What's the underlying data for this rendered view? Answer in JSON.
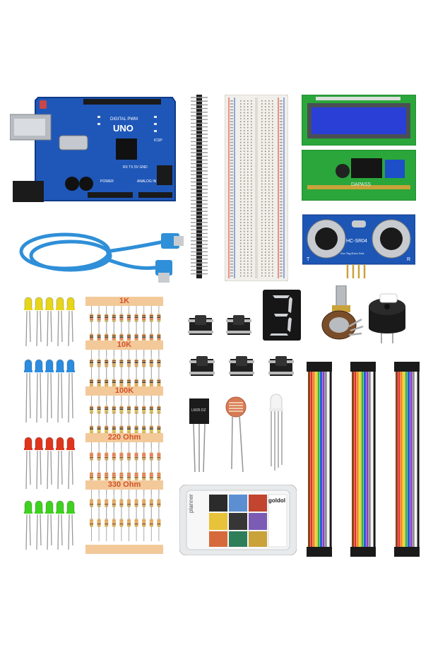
{
  "uno_board": {
    "model": "UNO",
    "silk_top": "DIGITAL PWM",
    "power_label": "POWER",
    "analog_label": "ANALOG IN",
    "icsp": "ICSP",
    "io_labels": "RX TX 5V GND"
  },
  "lcd_module": {
    "backpack_brand": "DAPASS"
  },
  "ultrasonic_sensor": {
    "model": "HC-SR04",
    "pins": "Vcc Trig Echo Gnd",
    "t_label": "T",
    "r_label": "R"
  },
  "resistor_groups": [
    {
      "label": "1K"
    },
    {
      "label": "10K"
    },
    {
      "label": "100K"
    },
    {
      "label": "220 Ohm"
    },
    {
      "label": "330 Ohm"
    }
  ],
  "temp_sensor": {
    "marking": "LM35 DZ"
  },
  "organizer_box": {
    "brand": "goldol",
    "side_text": "planner"
  },
  "colors": {
    "board_blue": "#1f57b8",
    "led_yellow": "#e7d51a",
    "led_blue": "#2b8ce0",
    "led_red": "#e0341d",
    "led_green": "#3fd11f",
    "strip_paper": "#f3c99a",
    "strip_text": "#d2522a"
  },
  "icons": [
    "arduino-uno-board",
    "usb-cable",
    "pin-header",
    "breadboard",
    "lcd-display",
    "i2c-backpack",
    "ultrasonic-sensor",
    "led",
    "resistor",
    "push-button",
    "seven-segment-display",
    "potentiometer",
    "buzzer",
    "lm35-sensor",
    "photoresistor",
    "rgb-led",
    "jumper-wires",
    "organizer-box"
  ]
}
